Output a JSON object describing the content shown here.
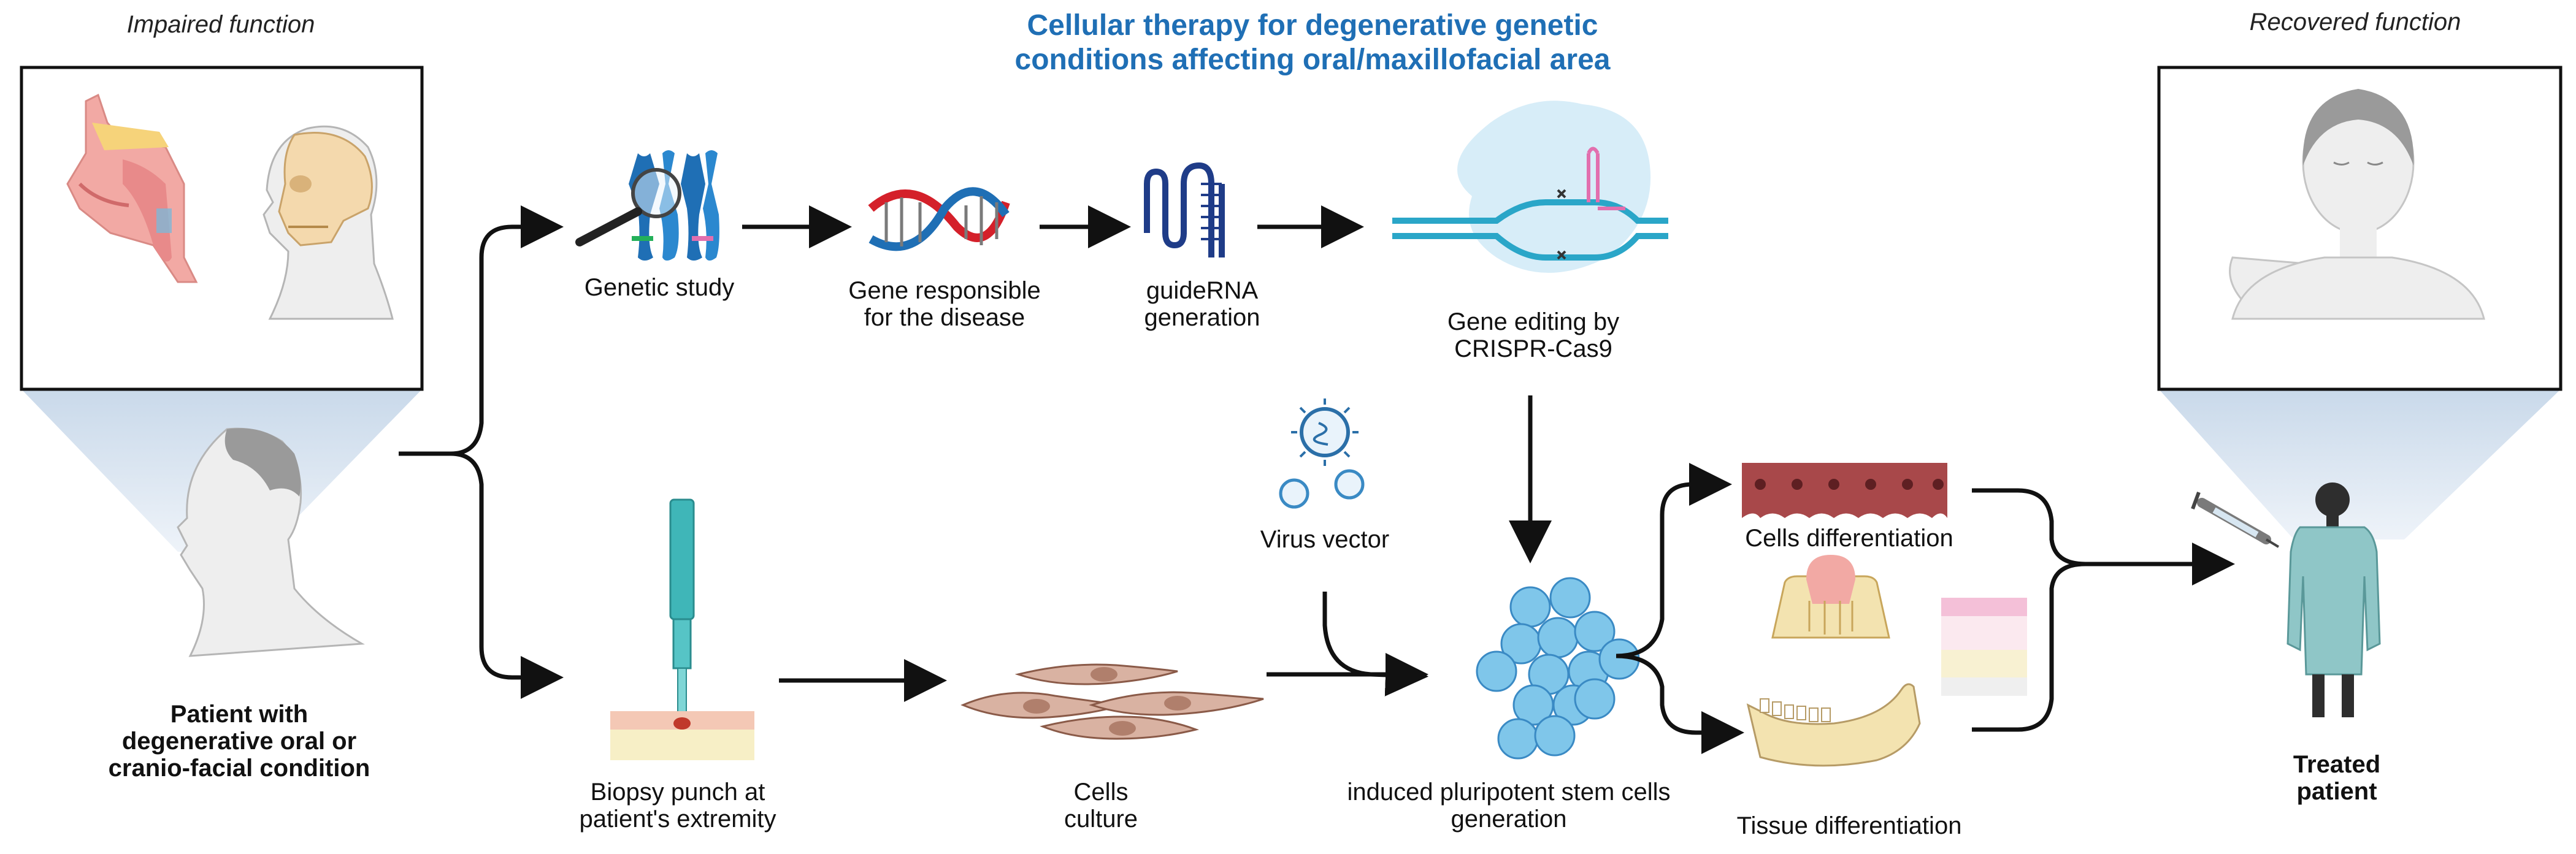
{
  "title": {
    "line1": "Cellular therapy for degenerative genetic",
    "line2": "conditions affecting oral/maxillofacial area"
  },
  "headers": {
    "impaired": "Impaired function",
    "recovered": "Recovered function"
  },
  "labels": {
    "patient": "Patient with\ndegenerative oral or\ncranio-facial condition",
    "genetic_study": "Genetic study",
    "gene_responsible": "Gene responsible\nfor the disease",
    "guiderna": "guideRNA\ngeneration",
    "gene_editing": "Gene editing by\nCRISPR-Cas9",
    "virus_vector": "Virus vector",
    "biopsy": "Biopsy punch at\npatient's extremity",
    "cells_culture": "Cells\nculture",
    "ipsc": "induced pluripotent stem cells\ngeneration",
    "cells_diff": "Cells differentiation",
    "tissue_diff": "Tissue differentiation",
    "treated": "Treated\npatient"
  },
  "icons": [
    "nasal-anatomy-icon",
    "skull-head-icon",
    "patient-profile-icon",
    "chromosome-magnifier-icon",
    "dna-helix-icon",
    "guide-rna-icon",
    "crispr-cas9-icon",
    "virus-icon",
    "biopsy-punch-icon",
    "fibroblast-cells-icon",
    "stem-cell-cluster-icon",
    "epithelial-cells-icon",
    "tooth-icon",
    "skin-tissue-icon",
    "jawbone-icon",
    "syringe-icon",
    "treated-patient-icon",
    "recovered-face-icon"
  ],
  "colors": {
    "title": "#1f6fb5",
    "arrow": "#111111",
    "cone": "#c9d9ea"
  }
}
